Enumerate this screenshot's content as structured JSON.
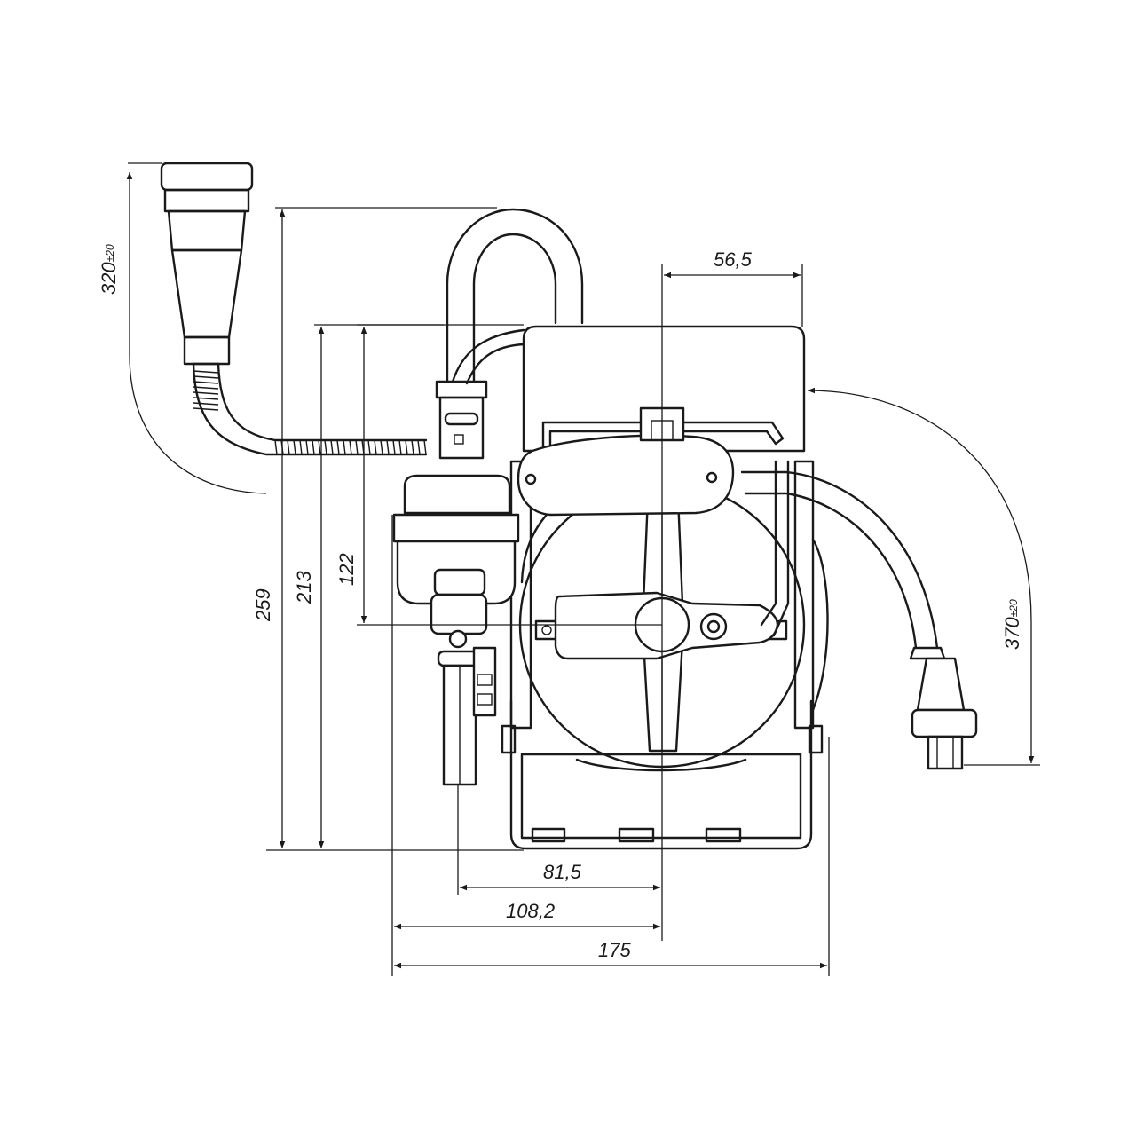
{
  "drawing": {
    "dimensions": {
      "overall_height": "259",
      "body_height": "213",
      "axis_height": "122",
      "offset_top": "56,5",
      "offset_81": "81,5",
      "offset_108": "108,2",
      "overall_width": "175",
      "left_cable": {
        "value": "320",
        "tolerance": "±20"
      },
      "right_cable": {
        "value": "370",
        "tolerance": "±20"
      }
    }
  }
}
